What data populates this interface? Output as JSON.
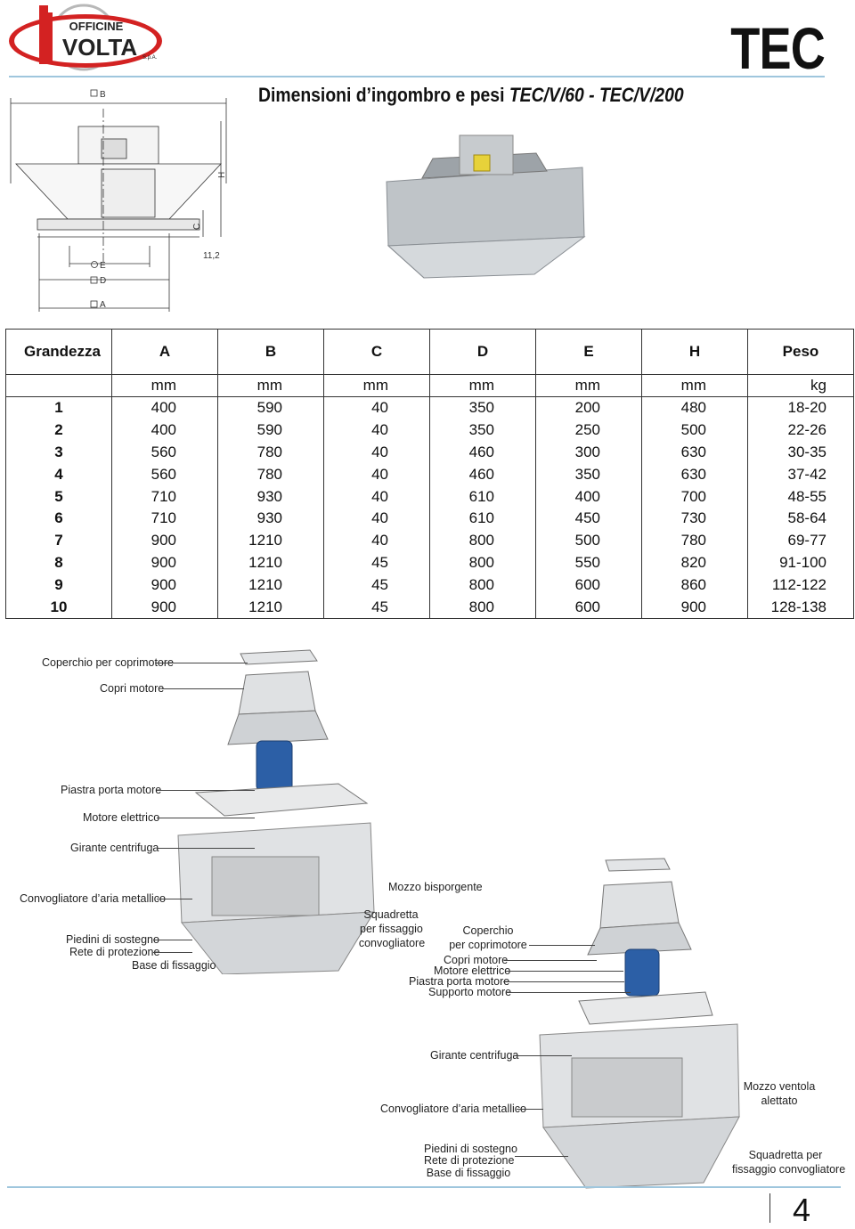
{
  "header": {
    "logo_top": "OFFICINE",
    "logo_main": "VOLTA",
    "logo_suffix": "S.p.A.",
    "brand_title": "TEC",
    "title_prefix": "Dimensioni d’ingombro e pesi ",
    "title_models": "TEC/V/60 - TEC/V/200"
  },
  "drawing": {
    "label_b": "B",
    "label_h": "H",
    "label_c": "C",
    "label_e": "E",
    "label_d": "D",
    "label_a": "A",
    "label_angle": "11,2"
  },
  "table": {
    "headers": [
      "Grandezza",
      "A",
      "B",
      "C",
      "D",
      "E",
      "H",
      "Peso"
    ],
    "units": [
      "",
      "mm",
      "mm",
      "mm",
      "mm",
      "mm",
      "mm",
      "kg"
    ],
    "rows": [
      [
        "1",
        "400",
        "590",
        "40",
        "350",
        "200",
        "480",
        "18-20"
      ],
      [
        "2",
        "400",
        "590",
        "40",
        "350",
        "250",
        "500",
        "22-26"
      ],
      [
        "3",
        "560",
        "780",
        "40",
        "460",
        "300",
        "630",
        "30-35"
      ],
      [
        "4",
        "560",
        "780",
        "40",
        "460",
        "350",
        "630",
        "37-42"
      ],
      [
        "5",
        "710",
        "930",
        "40",
        "610",
        "400",
        "700",
        "48-55"
      ],
      [
        "6",
        "710",
        "930",
        "40",
        "610",
        "450",
        "730",
        "58-64"
      ],
      [
        "7",
        "900",
        "1210",
        "40",
        "800",
        "500",
        "780",
        "69-77"
      ],
      [
        "8",
        "900",
        "1210",
        "45",
        "800",
        "550",
        "820",
        "91-100"
      ],
      [
        "9",
        "900",
        "1210",
        "45",
        "800",
        "600",
        "860",
        "112-122"
      ],
      [
        "10",
        "900",
        "1210",
        "45",
        "800",
        "600",
        "900",
        "128-138"
      ]
    ]
  },
  "diagram1_labels": {
    "coperchio": "Coperchio per coprimotore",
    "copri_motore": "Copri motore",
    "piastra": "Piastra porta motore",
    "motore": "Motore elettrico",
    "girante": "Girante centrifuga",
    "convogliatore": "Convogliatore d’aria metallico",
    "piedini": "Piedini di sostegno",
    "rete": "Rete di protezione",
    "base": "Base di fissaggio"
  },
  "diagram2_labels": {
    "mozzo": "Mozzo bisporgente",
    "squadretta_1": "Squadretta",
    "squadretta_2": "per fissaggio",
    "squadretta_3": "convogliatore",
    "coperchio_1": "Coperchio",
    "coperchio_2": "per coprimotore",
    "copri_motore": "Copri motore",
    "motore": "Motore elettrico",
    "piastra": "Piastra porta motore",
    "supporto": "Supporto motore",
    "girante": "Girante centrifuga",
    "convogliatore": "Convogliatore d’aria metallico",
    "mozzo_ventola_1": "Mozzo ventola",
    "mozzo_ventola_2": "alettato",
    "piedini": "Piedini di sostegno",
    "rete": "Rete di protezione",
    "base": "Base di fissaggio",
    "squadretta_r1": "Squadretta per",
    "squadretta_r2": "fissaggio convogliatore"
  },
  "footer": {
    "page_number": "4"
  }
}
